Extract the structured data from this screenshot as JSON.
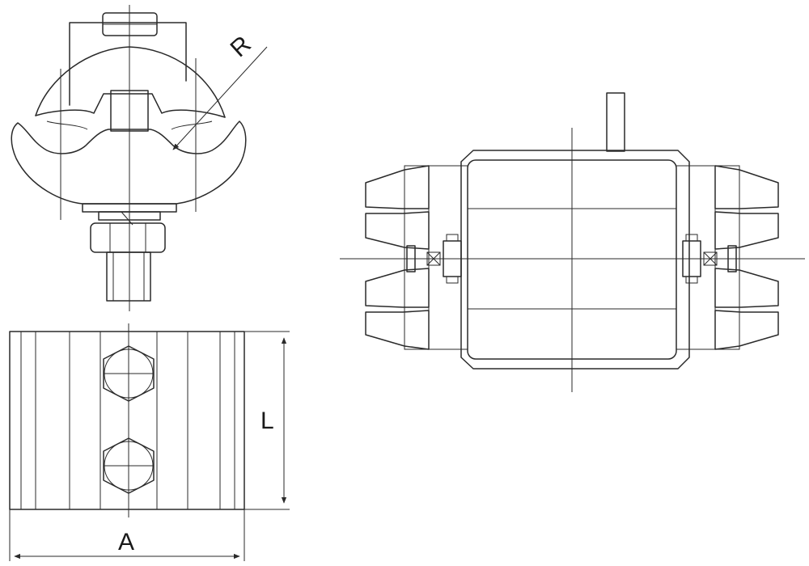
{
  "drawing": {
    "front_view": {
      "radius_label": "R"
    },
    "bottom_view": {
      "length_label": "L",
      "width_label": "A"
    },
    "side_view": {}
  },
  "colors": {
    "line": "#2a2a2a",
    "background": "#ffffff"
  }
}
